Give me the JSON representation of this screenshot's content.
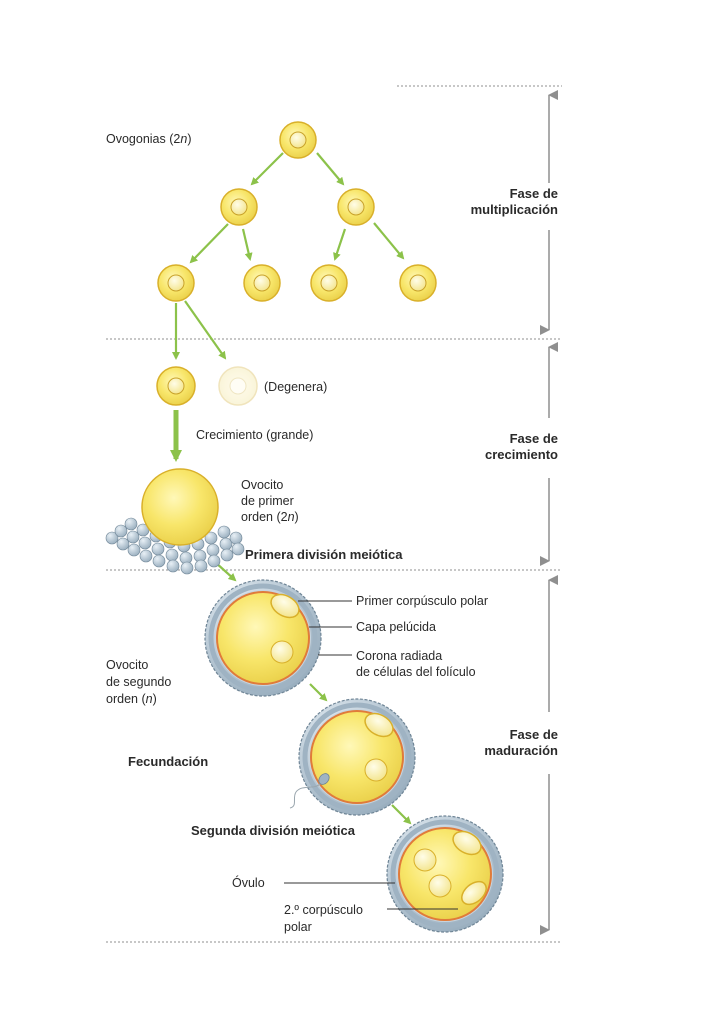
{
  "labels": {
    "ovogonias_prefix": "Ovogonias (2",
    "ovogonias_n": "n",
    "ovogonias_suffix": ")",
    "degenera": "(Degenera)",
    "crecimiento_grande": "Crecimiento (grande)",
    "ovocito_primer_1": "Ovocito",
    "ovocito_primer_2": "de primer",
    "ovocito_primer_3_prefix": "orden (2",
    "ovocito_primer_3_n": "n",
    "ovocito_primer_3_suffix": ")",
    "primera_division": "Primera división meiótica",
    "primer_corpusculo": "Primer corpúsculo polar",
    "capa_pelucida": "Capa pelúcida",
    "corona_1": "Corona radiada",
    "corona_2": "de células del folículo",
    "ovocito_segundo_1": "Ovocito",
    "ovocito_segundo_2": "de segundo",
    "ovocito_segundo_3_prefix": "orden (",
    "ovocito_segundo_3_n": "n",
    "ovocito_segundo_3_suffix": ")",
    "fecundacion": "Fecundación",
    "segunda_division": "Segunda división meiótica",
    "ovulo": "Óvulo",
    "segundo_corpusculo_1": "2.º corpúsculo",
    "segundo_corpusculo_2": "polar"
  },
  "phases": {
    "multiplicacion_1": "Fase de",
    "multiplicacion_2": "multiplicación",
    "crecimiento_1": "Fase de",
    "crecimiento_2": "crecimiento",
    "maduracion_1": "Fase de",
    "maduracion_2": "maduración"
  },
  "colors": {
    "cell_fill": "#f6e46a",
    "cell_stroke": "#d9b02a",
    "arrow": "#8cc24a",
    "corona": "#b8c9d6",
    "zona": "#e07b3a",
    "phase_line": "#8f8f8f"
  }
}
